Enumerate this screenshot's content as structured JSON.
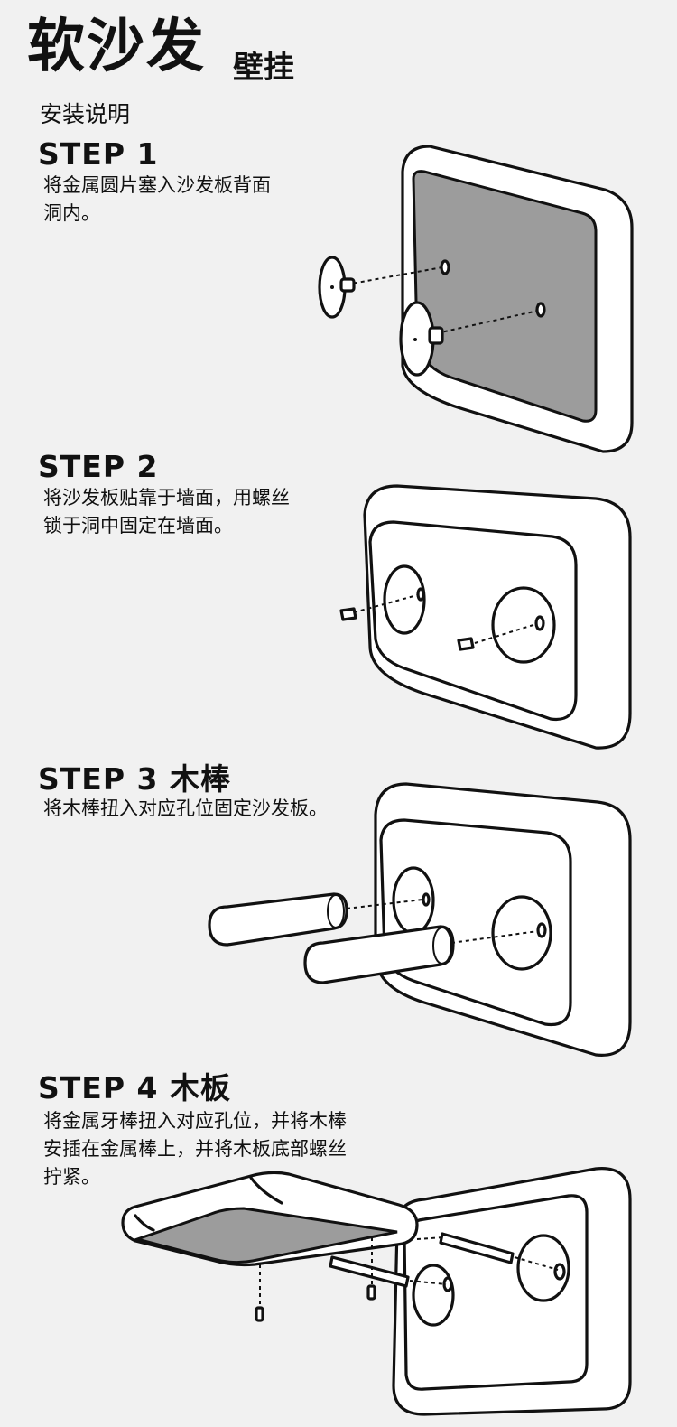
{
  "header": {
    "title": "软沙发",
    "title_suffix": "壁挂",
    "caption": "安装说明"
  },
  "steps": [
    {
      "heading": "STEP 1",
      "lines": [
        "将金属圆片塞入沙发板背面",
        "洞内。"
      ]
    },
    {
      "heading": "STEP 2",
      "lines": [
        "将沙发板贴靠于墙面，用螺丝",
        "锁于洞中固定在墙面。"
      ]
    },
    {
      "heading": "STEP 3 木棒",
      "lines": [
        "将木棒扭入对应孔位固定沙发板。"
      ]
    },
    {
      "heading": "STEP 4 木板",
      "lines": [
        "将金属牙棒扭入对应孔位，并将木棒",
        "安插在金属棒上，并将木板底部螺丝",
        "拧紧。"
      ]
    }
  ],
  "colors": {
    "background": "#f1f1f1",
    "panel_fill": "#9c9c9c",
    "line": "#111111"
  }
}
